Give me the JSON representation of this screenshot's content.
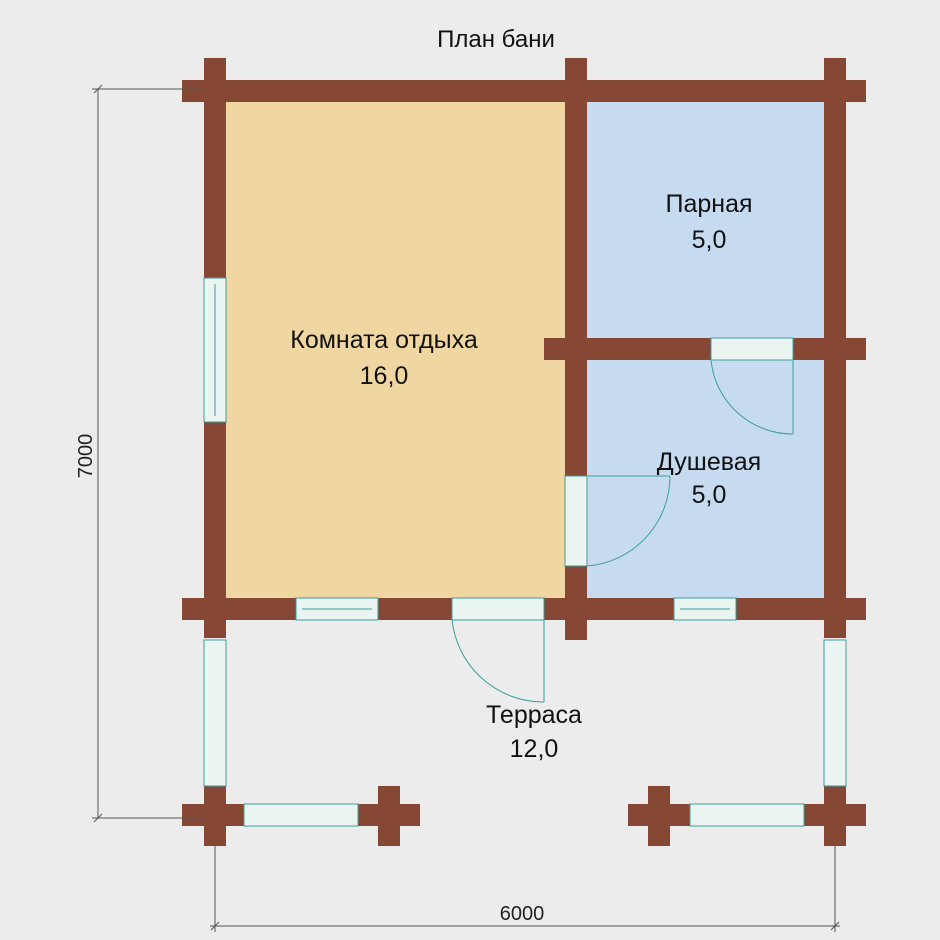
{
  "title": "План бани",
  "rooms": [
    {
      "name": "Комната отдыха",
      "area": "16,0"
    },
    {
      "name": "Парная",
      "area": "5,0"
    },
    {
      "name": "Душевая",
      "area": "5,0"
    },
    {
      "name": "Терраса",
      "area": "12,0"
    }
  ],
  "dimensions": {
    "width": "6000",
    "height": "7000"
  },
  "colors": {
    "background": "#ececec",
    "wall": "#864734",
    "rest_room": "#f0d6a1",
    "wet_rooms": "#c6daf0",
    "glass": "#eaf5f2",
    "door_swing": "#3c9e9e",
    "dimension_line": "#555555"
  }
}
